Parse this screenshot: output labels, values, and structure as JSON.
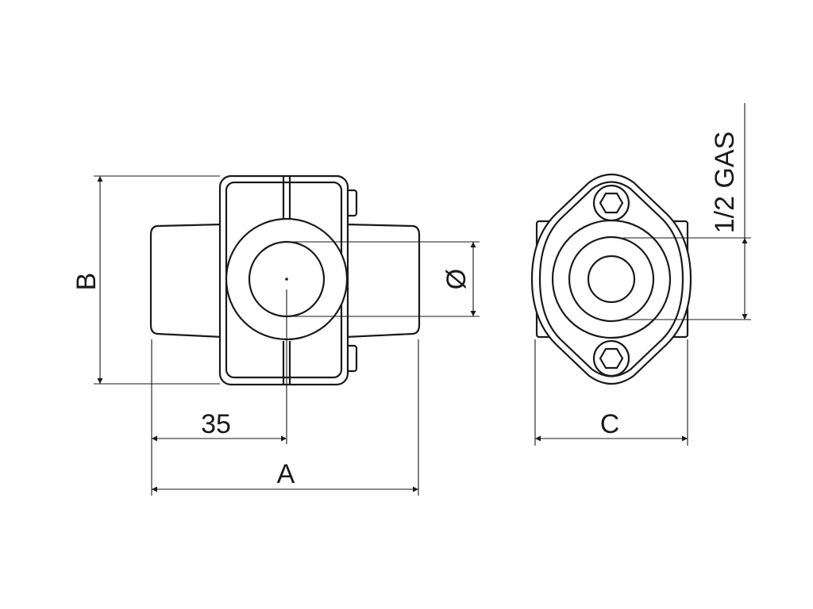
{
  "drawing": {
    "views": [
      "front-view",
      "side-view"
    ],
    "dimensions": {
      "overall_length": "A",
      "overall_height": "B",
      "side_width": "C",
      "half_length": "35",
      "bore_diameter": "Ø",
      "thread": "1/2 GAS"
    },
    "colors": {
      "line": "#1a1a1a",
      "background": "#ffffff"
    }
  }
}
